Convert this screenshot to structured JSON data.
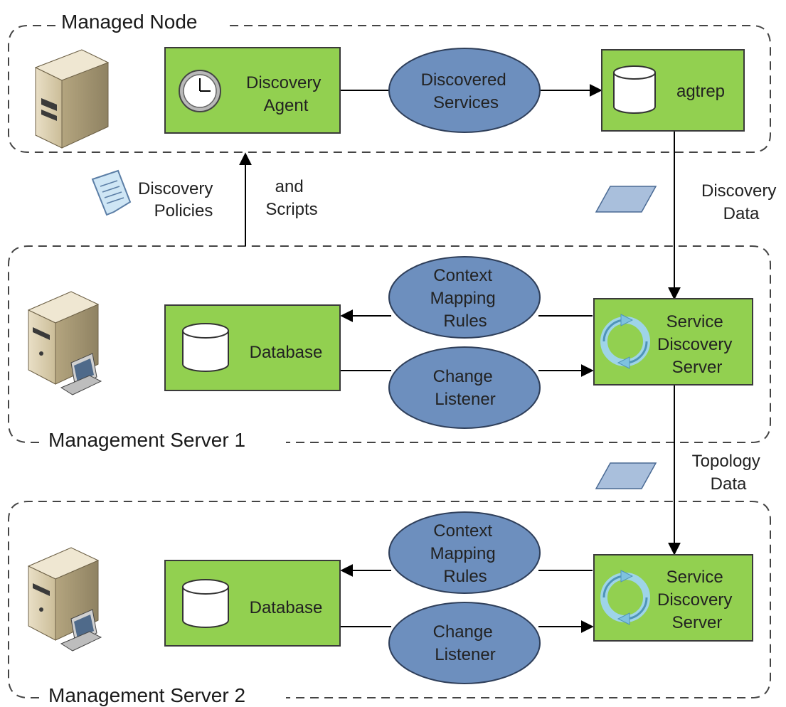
{
  "colors": {
    "box_fill": "#92d050",
    "box_stroke": "#3a3a3a",
    "ellipse_fill": "#6d8fbe",
    "ellipse_stroke": "#2f3f5a",
    "group_border": "#444444",
    "line": "#000000",
    "parallelogram_fill": "#a9bfdc"
  },
  "groups": {
    "managed_node": "Managed Node",
    "mgmt_server_1": "Management Server 1",
    "mgmt_server_2": "Management Server 2"
  },
  "managed_node": {
    "agent": [
      "Discovery",
      "Agent"
    ],
    "discovered": [
      "Discovered",
      "Services"
    ],
    "agtrep": "agtrep"
  },
  "policies": {
    "left": [
      "Discovery",
      "Policies"
    ],
    "right": [
      "and",
      "Scripts"
    ]
  },
  "flows": {
    "discovery_data": [
      "Discovery",
      "Data"
    ],
    "topology_data": [
      "Topology",
      "Data"
    ]
  },
  "server1": {
    "context": [
      "Context",
      "Mapping",
      "Rules"
    ],
    "database": "Database",
    "change": [
      "Change",
      "Listener"
    ],
    "sds": [
      "Service",
      "Discovery",
      "Server"
    ]
  },
  "server2": {
    "context": [
      "Context",
      "Mapping",
      "Rules"
    ],
    "database": "Database",
    "change": [
      "Change",
      "Listener"
    ],
    "sds": [
      "Service",
      "Discovery",
      "Server"
    ]
  },
  "icons": [
    "clock-icon",
    "cylinder-icon",
    "document-icon",
    "server-tower-icon",
    "workstation-icon",
    "refresh-cycle-icon",
    "parallelogram-data-icon"
  ]
}
